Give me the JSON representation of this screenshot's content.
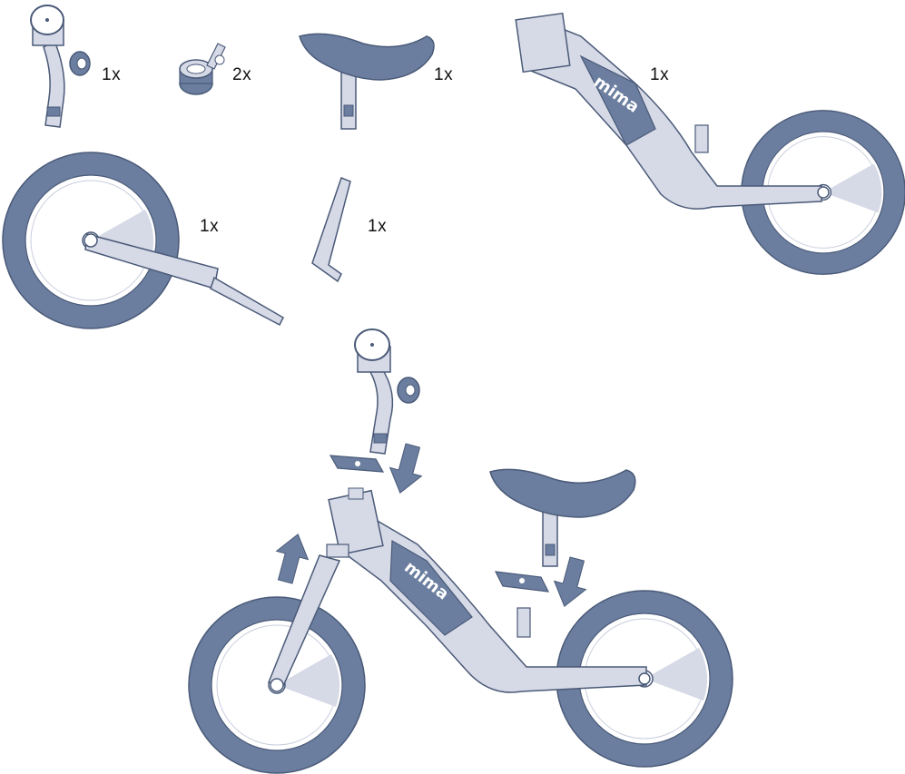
{
  "colors": {
    "dark": "#6b7e9f",
    "light": "#d6d9e6",
    "stroke": "#4a5a78",
    "white": "#ffffff"
  },
  "parts": [
    {
      "name": "handlebar-stem",
      "quantity": "1x"
    },
    {
      "name": "clamp",
      "quantity": "2x"
    },
    {
      "name": "saddle",
      "quantity": "1x"
    },
    {
      "name": "frame-with-rear-wheel",
      "quantity": "1x"
    },
    {
      "name": "front-wheel-with-fork",
      "quantity": "1x"
    },
    {
      "name": "allen-key",
      "quantity": "1x"
    }
  ],
  "frame_brand": "mima",
  "icons": [
    "handlebar-icon",
    "clamp-icon",
    "saddle-icon",
    "frame-icon",
    "front-wheel-icon",
    "allen-key-icon",
    "down-arrow-icon",
    "up-arrow-icon"
  ]
}
